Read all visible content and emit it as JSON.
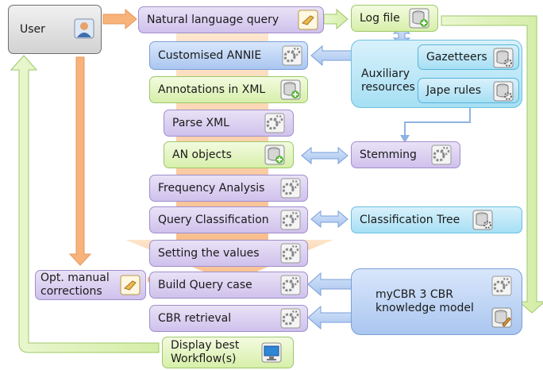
{
  "nodes": {
    "user": "User",
    "nl_query": "Natural language query",
    "log_file": "Log file",
    "annie": "Customised ANNIE",
    "annotations_xml": "Annotations in XML",
    "aux_line1": "Auxiliary",
    "aux_line2": "resources",
    "gazetteers": "Gazetteers",
    "jape": "Jape rules",
    "parse_xml": "Parse XML",
    "an_objects": "AN objects",
    "stemming": "Stemming",
    "freq": "Frequency Analysis",
    "query_class": "Query Classification",
    "class_tree": "Classification Tree",
    "setting_values": "Setting the values",
    "opt_line1": "Opt. manual",
    "opt_line2": "corrections",
    "build_case": "Build Query case",
    "cbr_retrieval": "CBR retrieval",
    "mycbr_line1": "myCBR 3 CBR",
    "mycbr_line2": "knowledge model",
    "display_line1": "Display best",
    "display_line2": "Workflow(s)"
  }
}
